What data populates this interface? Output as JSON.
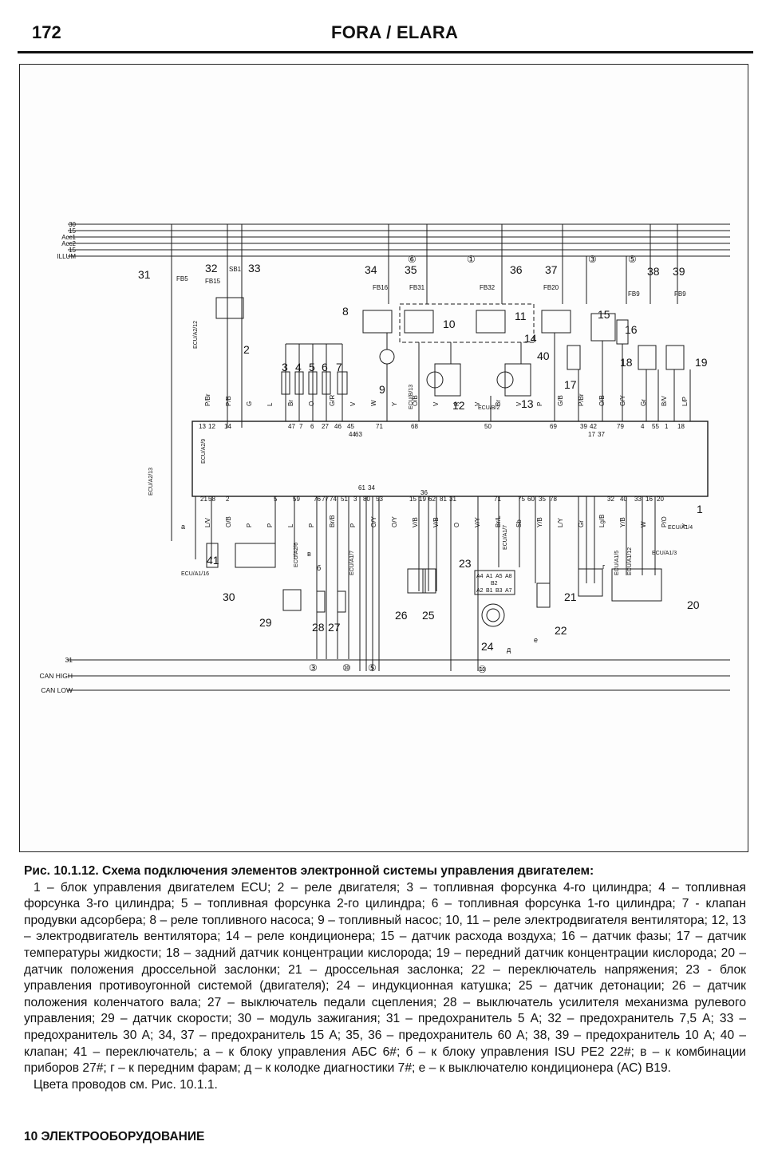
{
  "header": {
    "page_number": "172",
    "running_title": "FORA / ELARA"
  },
  "diagram": {
    "bus_labels": [
      "30",
      "15",
      "Acc1",
      "Acc2",
      "15",
      "ILLUM"
    ],
    "bottom_bus_labels": [
      "31",
      "CAN HIGH",
      "CAN LOW"
    ],
    "component_numbers": [
      "1",
      "2",
      "3",
      "4",
      "5",
      "6",
      "7",
      "8",
      "9",
      "10",
      "11",
      "12",
      "13",
      "14",
      "15",
      "16",
      "17",
      "18",
      "19",
      "20",
      "21",
      "22",
      "23",
      "24",
      "25",
      "26",
      "27",
      "28",
      "29",
      "30",
      "31",
      "32",
      "33",
      "34",
      "35",
      "36",
      "37",
      "38",
      "39",
      "40",
      "41"
    ],
    "fuse_labels": [
      "FB5",
      "FB15",
      "SB1",
      "FB16",
      "FB31",
      "FB32",
      "FB20",
      "FB9",
      "FB9"
    ],
    "circled_refs": [
      "⑥",
      "①",
      "③",
      "⑤",
      "③",
      "⑩",
      "⑤",
      "⑩"
    ],
    "ecu_top_pins": [
      "13",
      "12",
      "14",
      "47",
      "7",
      "6",
      "27",
      "46",
      "45",
      "44",
      "63",
      "71",
      "68",
      "50",
      "69",
      "39",
      "42",
      "17",
      "37",
      "79",
      "4",
      "55",
      "1",
      "18"
    ],
    "ecu_bottom_pins": [
      "21",
      "58",
      "2",
      "5",
      "59",
      "76",
      "77",
      "74",
      "51",
      "3",
      "80",
      "53",
      "61",
      "34",
      "15",
      "19",
      "62",
      "81",
      "31",
      "71",
      "75",
      "60",
      "35",
      "78",
      "32",
      "40",
      "33",
      "16",
      "20",
      "36"
    ],
    "wire_colors": [
      "P/Br",
      "P/B",
      "G",
      "L",
      "Br",
      "O",
      "G/R",
      "V",
      "W",
      "Y",
      "O/B",
      "V",
      "R",
      "V",
      "Br",
      "V",
      "P",
      "G/B",
      "P/Br",
      "O/B",
      "G/Y",
      "Gr",
      "B/V",
      "L/P",
      "L/V",
      "O/B",
      "P",
      "P",
      "L",
      "P",
      "Br/B",
      "P",
      "O/Y",
      "O/Y",
      "V/B",
      "V/B",
      "O",
      "V/Y",
      "Br/L",
      "Sb",
      "Y/B",
      "L/Y",
      "Gr",
      "Lg/B",
      "Y/B",
      "W",
      "P/O",
      "Y"
    ],
    "ecu_connector_labels": [
      "ECU/A2/12",
      "ECU/A2/9",
      "ECU/A2/13",
      "ECU/A2/6",
      "ECU/A1/7",
      "ECU/A1/16",
      "ECU/A1/4",
      "ECU/A1/3",
      "ECU/B/13",
      "ECU/B/2",
      "ECU/A1/7",
      "ECU/A1/5",
      "ECU/A1/12"
    ],
    "side_letters": [
      "a",
      "б",
      "в",
      "г",
      "д",
      "е"
    ],
    "module_23_pins": [
      "A4",
      "A1",
      "A5",
      "A8",
      "B2",
      "A2",
      "B1",
      "B3",
      "A7"
    ]
  },
  "caption": {
    "title": "Рис. 10.1.12. Схема подключения элементов электронной системы управления двигателем:",
    "body": "1 – блок управления двигателем ECU; 2 – реле двигателя; 3 – топливная форсунка 4-го цилиндра; 4 – топливная форсунка 3-го цилиндра; 5 – топливная форсунка 2-го цилиндра; 6 – топливная форсунка 1-го цилиндра; 7 - клапан продувки адсорбера; 8 – реле топливного насоса; 9 – топливный насос; 10, 11 – реле электродвигателя вентилятора; 12, 13 – электродвигатель вентилятора; 14 – реле кондиционера; 15 – датчик расхода воздуха; 16 – датчик фазы; 17 – датчик температуры жидкости; 18 – задний датчик концентрации кислорода; 19 – передний датчик концентрации кислорода; 20 – датчик положения дроссельной заслонки; 21 – дроссельная заслонка; 22 – переключатель напряжения; 23 - блок управления противоугонной системой (двигателя); 24 – индукционная катушка; 25 – датчик детонации; 26 – датчик положения коленчатого вала; 27 – выключатель педали сцепления; 28 – выключатель усилителя механизма рулевого управления; 29 – датчик скорости; 30 – модуль зажигания; 31 – предохранитель 5 А; 32 – предохранитель 7,5 А; 33 – предохранитель 30 А; 34, 37 – предохранитель 15 А; 35, 36 – предохранитель 60 А; 38, 39 – предохранитель 10 А; 40 – клапан; 41 – переключатель; а – к блоку управления АБС 6#; б – к блоку управления ISU PE2 22#; в – к комбинации приборов 27#; г – к передним фарам; д – к колодке диагностики 7#; е – к выключателю кондиционера (АС) B19.",
    "note": "Цвета проводов см. Рис. 10.1.1."
  },
  "footer": {
    "section": "10 ЭЛЕКТРООБОРУДОВАНИЕ"
  }
}
